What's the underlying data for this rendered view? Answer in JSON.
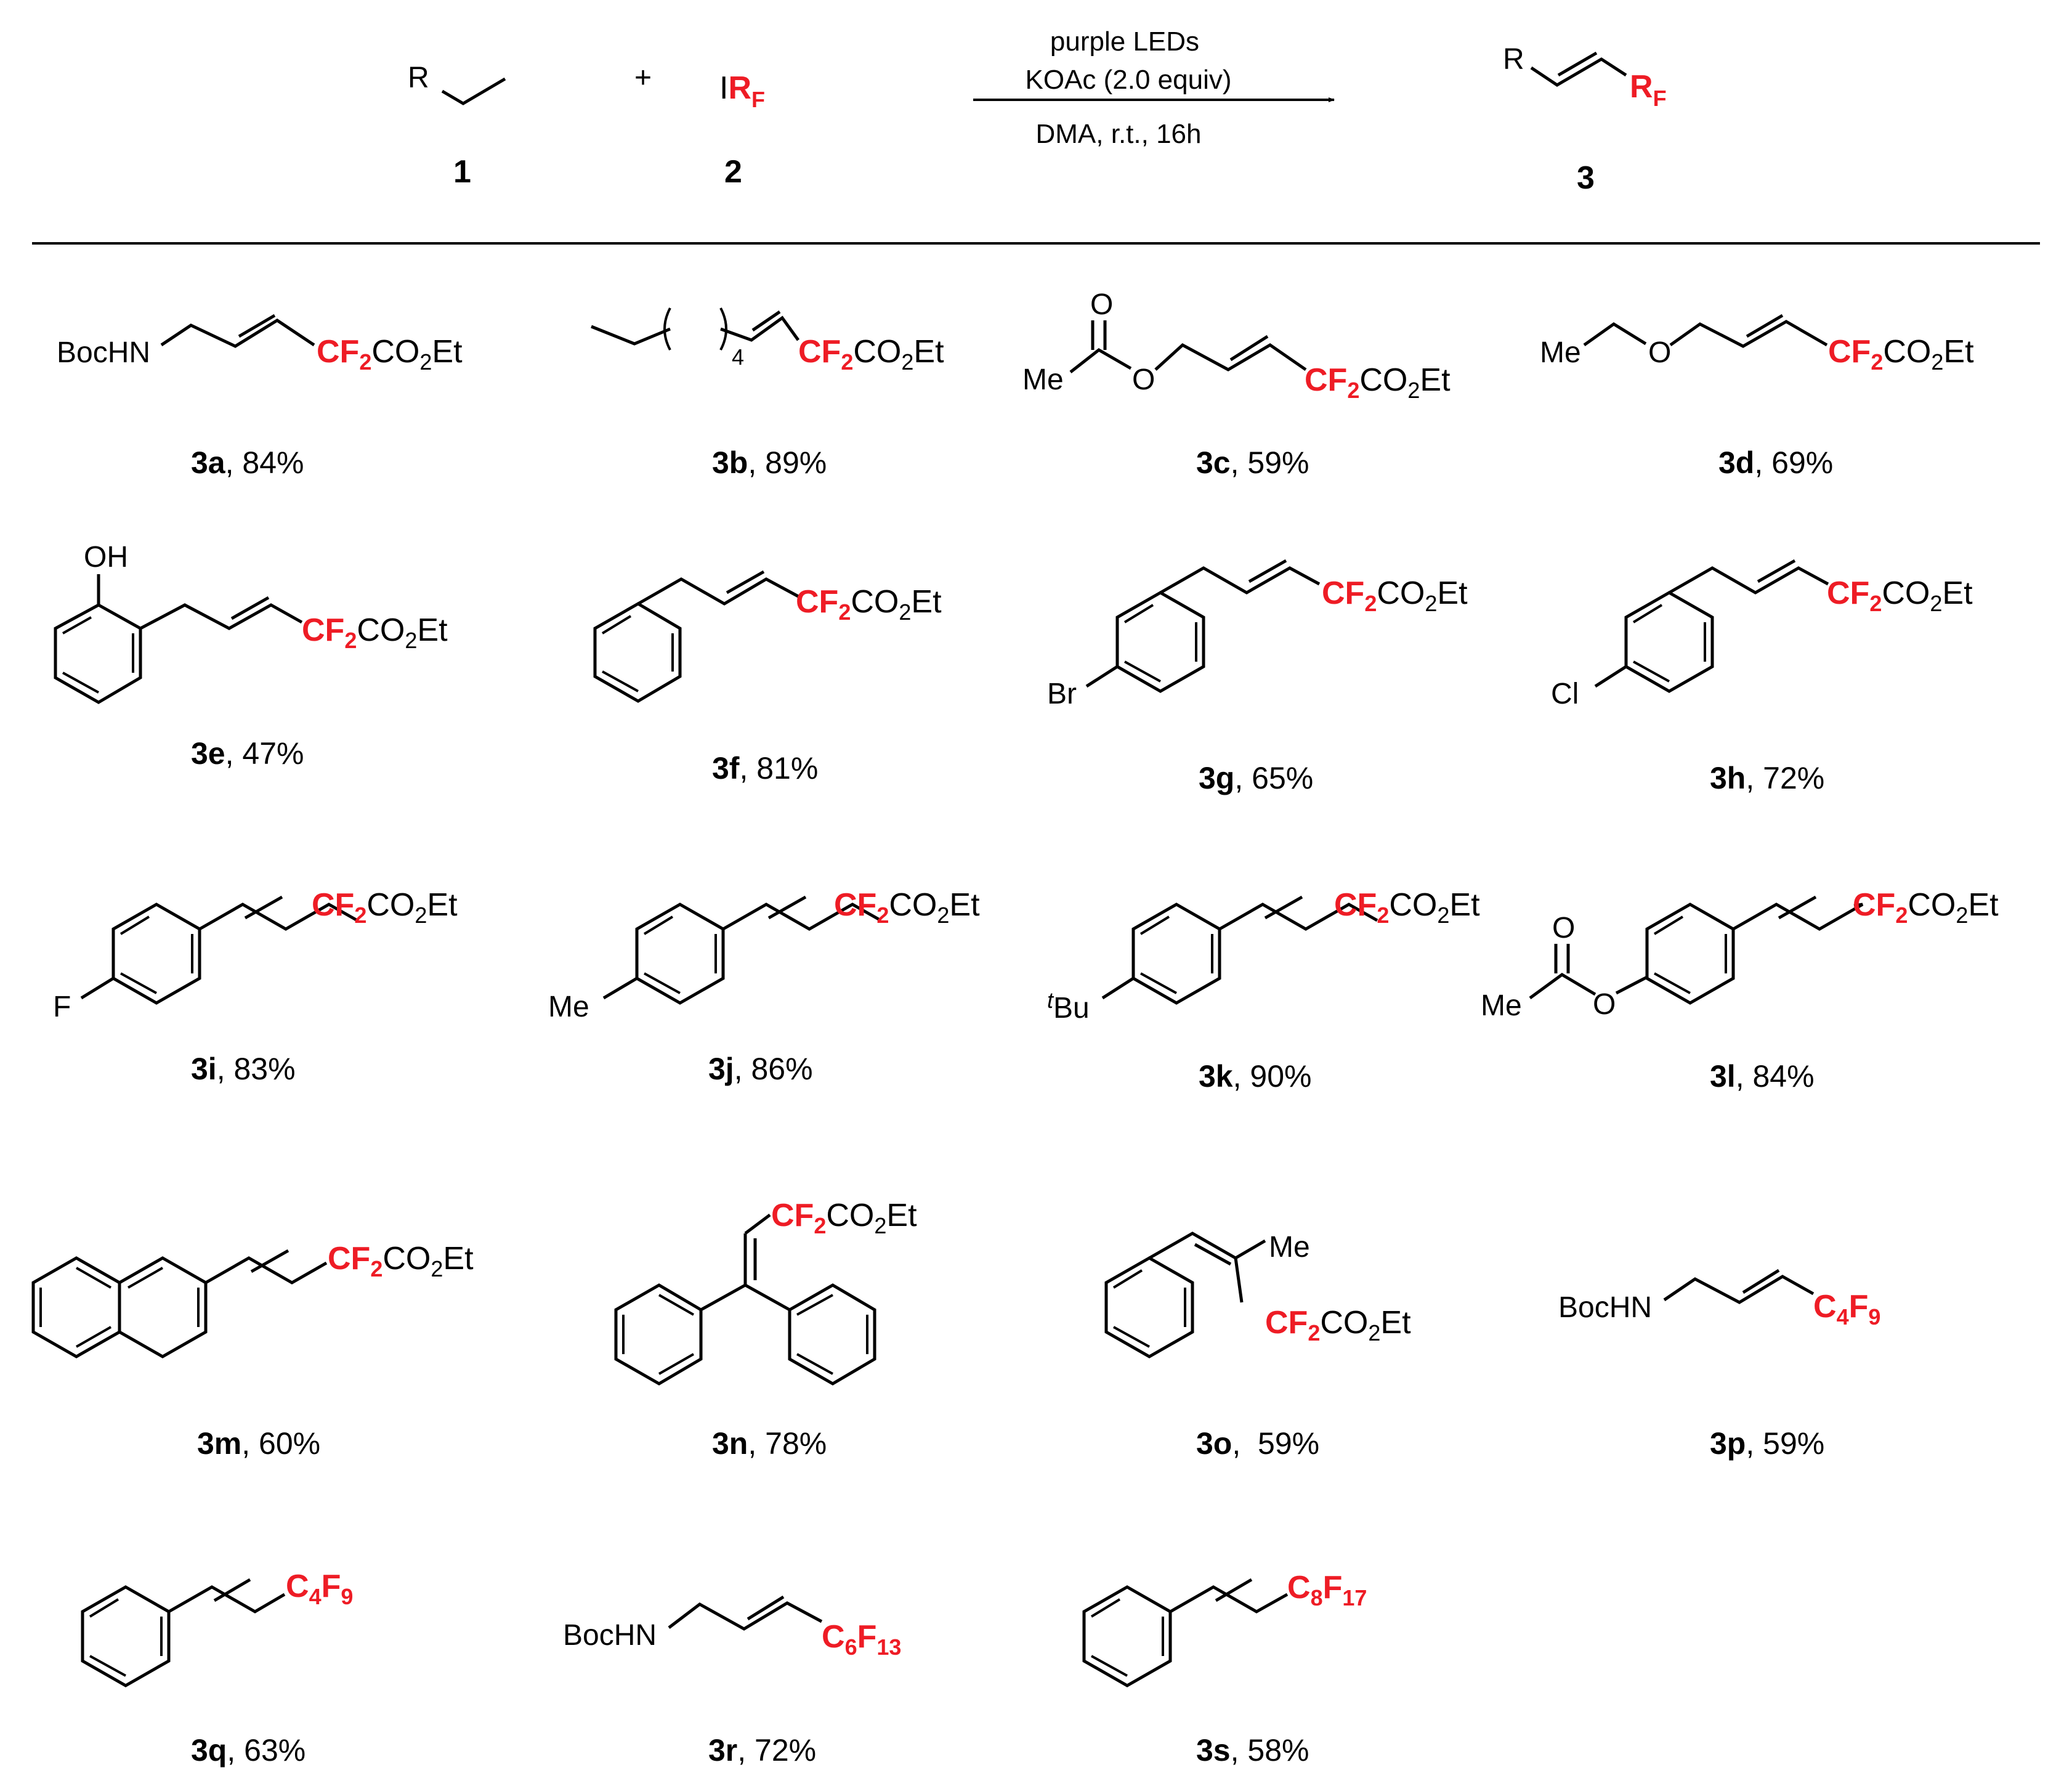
{
  "reaction": {
    "reactant1": {
      "r_label": "R",
      "number": "1"
    },
    "plus": "+",
    "reactant2": {
      "iodine": "I",
      "rf": "R",
      "rf_sub": "F",
      "number": "2"
    },
    "conditions": {
      "line1": "purple LEDs",
      "line2": "KOAc (2.0 equiv)",
      "line3": "DMA, r.t., 16h"
    },
    "product": {
      "r_label": "R",
      "rf": "R",
      "rf_sub": "F",
      "number": "3"
    }
  },
  "compounds": [
    {
      "id": "3a",
      "yield": ", 84%",
      "labels": {
        "boc": "BocHN",
        "cf": "CF",
        "two": "2",
        "co": "CO",
        "two_b": "2",
        "et": "Et"
      }
    },
    {
      "id": "3b",
      "yield": ", 89%",
      "labels": {
        "n": "4",
        "cf": "CF",
        "two": "2",
        "co": "CO",
        "two_b": "2",
        "et": "Et"
      }
    },
    {
      "id": "3c",
      "yield": ", 59%",
      "labels": {
        "o_carbonyl": "O",
        "me": "Me",
        "o_ester": "O",
        "cf": "CF",
        "two": "2",
        "co": "CO",
        "two_b": "2",
        "et": "Et"
      }
    },
    {
      "id": "3d",
      "yield": ", 69%",
      "labels": {
        "me": "Me",
        "o": "O",
        "cf": "CF",
        "two": "2",
        "co": "CO",
        "two_b": "2",
        "et": "Et"
      }
    },
    {
      "id": "3e",
      "yield": ", 47%",
      "labels": {
        "oh": "OH",
        "cf": "CF",
        "two": "2",
        "co": "CO",
        "two_b": "2",
        "et": "Et"
      }
    },
    {
      "id": "3f",
      "yield": ", 81%",
      "labels": {
        "cf": "CF",
        "two": "2",
        "co": "CO",
        "two_b": "2",
        "et": "Et"
      }
    },
    {
      "id": "3g",
      "yield": ", 65%",
      "labels": {
        "sub": "Br",
        "cf": "CF",
        "two": "2",
        "co": "CO",
        "two_b": "2",
        "et": "Et"
      }
    },
    {
      "id": "3h",
      "yield": ", 72%",
      "labels": {
        "sub": "Cl",
        "cf": "CF",
        "two": "2",
        "co": "CO",
        "two_b": "2",
        "et": "Et"
      }
    },
    {
      "id": "3i",
      "yield": ", 83%",
      "labels": {
        "sub": "F",
        "cf": "CF",
        "two": "2",
        "co": "CO",
        "two_b": "2",
        "et": "Et"
      }
    },
    {
      "id": "3j",
      "yield": ", 86%",
      "labels": {
        "sub": "Me",
        "cf": "CF",
        "two": "2",
        "co": "CO",
        "two_b": "2",
        "et": "Et"
      }
    },
    {
      "id": "3k",
      "yield": ", 90%",
      "labels": {
        "t": "t",
        "bu": "Bu",
        "cf": "CF",
        "two": "2",
        "co": "CO",
        "two_b": "2",
        "et": "Et"
      }
    },
    {
      "id": "3l",
      "yield": ", 84%",
      "labels": {
        "o_carbonyl": "O",
        "me": "Me",
        "o_ester": "O",
        "cf": "CF",
        "two": "2",
        "co": "CO",
        "two_b": "2",
        "et": "Et"
      }
    },
    {
      "id": "3m",
      "yield": ", 60%",
      "labels": {
        "cf": "CF",
        "two": "2",
        "co": "CO",
        "two_b": "2",
        "et": "Et"
      }
    },
    {
      "id": "3n",
      "yield": ", 78%",
      "labels": {
        "cf": "CF",
        "two": "2",
        "co": "CO",
        "two_b": "2",
        "et": "Et"
      }
    },
    {
      "id": "3o",
      "yield": ",  59%",
      "labels": {
        "me": "Me",
        "cf": "CF",
        "two": "2",
        "co": "CO",
        "two_b": "2",
        "et": "Et"
      }
    },
    {
      "id": "3p",
      "yield": ", 59%",
      "labels": {
        "boc": "BocHN",
        "c": "C",
        "n1": "4",
        "f": "F",
        "n2": "9"
      }
    },
    {
      "id": "3q",
      "yield": ", 63%",
      "labels": {
        "c": "C",
        "n1": "4",
        "f": "F",
        "n2": "9"
      }
    },
    {
      "id": "3r",
      "yield": ", 72%",
      "labels": {
        "boc": "BocHN",
        "c": "C",
        "n1": "6",
        "f": "F",
        "n2": "13"
      }
    },
    {
      "id": "3s",
      "yield": ", 58%",
      "labels": {
        "c": "C",
        "n1": "8",
        "f": "F",
        "n2": "17"
      }
    }
  ],
  "colors": {
    "ink": "#000000",
    "fluoro_red": "#ee1c25"
  }
}
